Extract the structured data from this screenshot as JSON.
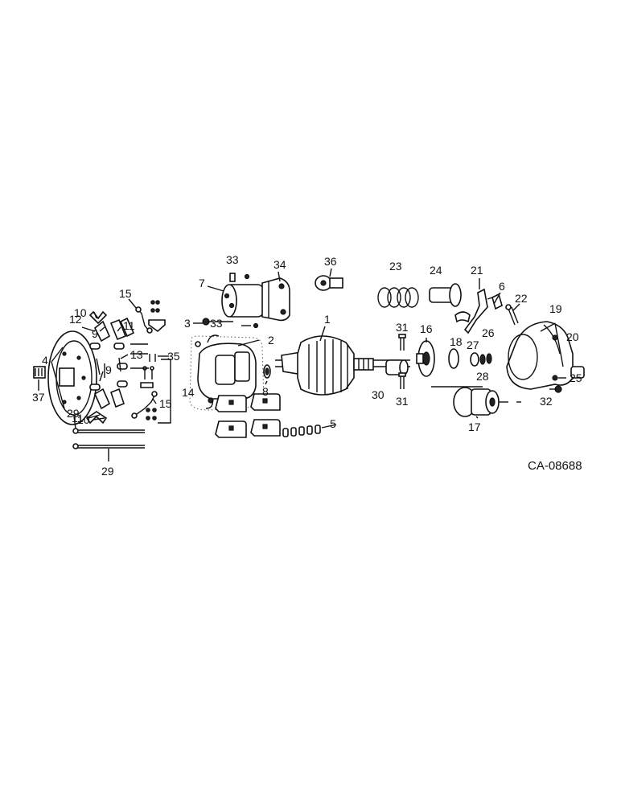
{
  "drawing_code": "CA-08688",
  "labels": [
    "1",
    "2",
    "3",
    "4",
    "5",
    "6",
    "7",
    "8",
    "9",
    "9",
    "10",
    "10",
    "11",
    "11",
    "12",
    "13",
    "14",
    "15",
    "15",
    "16",
    "17",
    "18",
    "19",
    "20",
    "21",
    "22",
    "23",
    "24",
    "25",
    "26",
    "27",
    "28",
    "29",
    "29",
    "30",
    "31",
    "31",
    "32",
    "33",
    "33",
    "34",
    "35",
    "36",
    "37"
  ]
}
